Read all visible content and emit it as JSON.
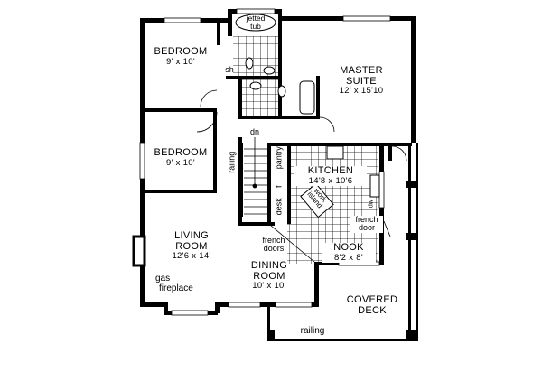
{
  "plan": {
    "type": "floor-plan",
    "colors": {
      "wall": "#000000",
      "background": "#ffffff"
    }
  },
  "rooms": {
    "bedroom_top": {
      "name": "BEDROOM",
      "size": "9' x 10'"
    },
    "bedroom_mid": {
      "name": "BEDROOM",
      "size": "9' x 10'"
    },
    "master": {
      "name_line1": "MASTER",
      "name_line2": "SUITE",
      "size": "12' x 15'10"
    },
    "kitchen": {
      "name": "KITCHEN",
      "size": "14'8 x 10'6"
    },
    "living": {
      "name_line1": "LIVING",
      "name_line2": "ROOM",
      "size": "12'6 x 14'"
    },
    "dining": {
      "name_line1": "DINING",
      "name_line2": "ROOM",
      "size": "10' x 10'"
    },
    "nook": {
      "name": "NOOK",
      "size": "8'2 x 8'"
    },
    "deck": {
      "name_line1": "COVERED",
      "name_line2": "DECK"
    }
  },
  "fixtures": {
    "jetted_tub_line1": "jetted",
    "jetted_tub_line2": "tub",
    "shower": "sh",
    "pantry": "pantry",
    "fridge": "f",
    "desk": "desk",
    "work_island_line1": "work",
    "work_island_line2": "island",
    "dishwasher": "dw"
  },
  "annotations": {
    "stairs_down": "dn",
    "railing_stairs": "railing",
    "railing_deck": "railing",
    "french_doors_line1": "french",
    "french_doors_line2": "doors",
    "french_door_line1": "french",
    "french_door_line2": "door",
    "gas_fireplace_line1": "gas",
    "gas_fireplace_line2": "fireplace"
  }
}
